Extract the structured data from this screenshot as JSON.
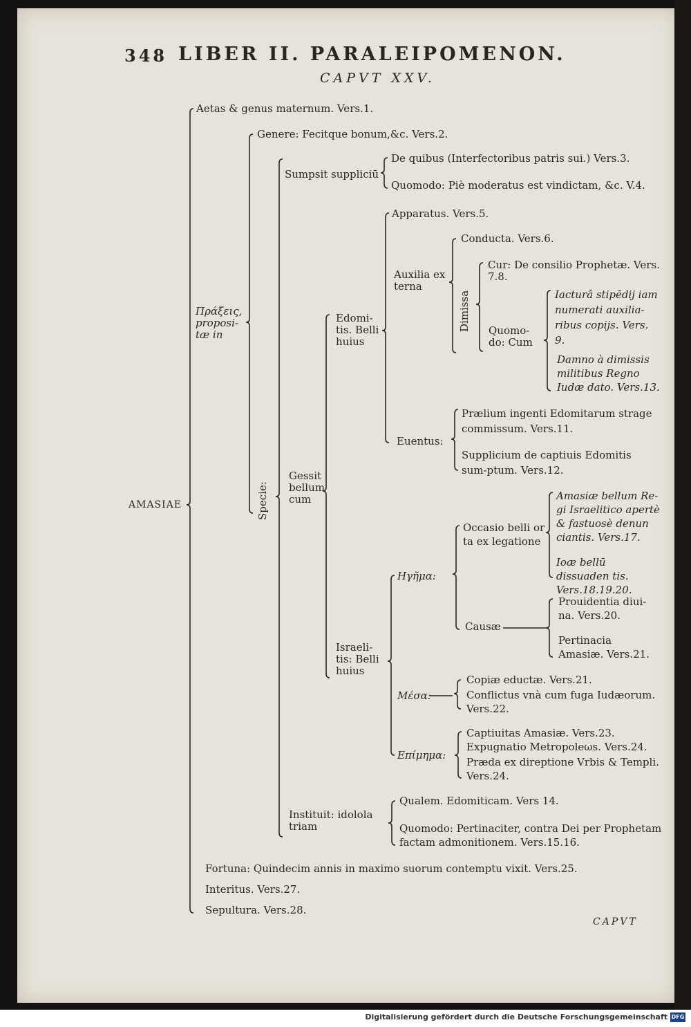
{
  "header": {
    "page_number": "348",
    "running_title": "LIBER II. PARALEIPOMENON.",
    "chapter": "CAPVT XXV."
  },
  "tree": {
    "root": "AMASIAE",
    "n_aetas": "Aetas & genus maternum. Vers.1.",
    "n_praxeis": "Πράξεις, proposi-tæ in",
    "n_genere": "Genere: Fecitque bonum,&c. Vers.2.",
    "n_specie": "Specie:",
    "n_sumpsit": "Sumpsit suppliciū",
    "n_dequibus": "De quibus (Interfectoribus patris sui.) Vers.3.",
    "n_quomodo1": "Quomodo: Piè moderatus est vindictam, &c. V.4.",
    "n_gessit": "Gessit bellum cum",
    "n_edomitis": "Edomi-tis. Belli huius",
    "n_apparatus": "Apparatus. Vers.5.",
    "n_auxilia": "Auxilia ex terna",
    "n_conducta": "Conducta. Vers.6.",
    "n_dimissa": "Dimissa",
    "n_cur": "Cur: De consilio Prophetæ. Vers. 7.8.",
    "n_quomodo2": "Quomo-do: Cum",
    "n_iactura": "Iacturâ stipēdij iam numerati auxilia-ribus copijs. Vers. 9.",
    "n_damno": "Damno à dimissis militibus Regno Iudæ dato. Vers.13.",
    "n_euentus": "Euentus:",
    "n_praelium": "Prælium ingenti Edomitarum strage commissum. Vers.11.",
    "n_supplicium": "Supplicium de captiuis Edomitis sum-ptum. Vers.12.",
    "n_israelitis": "Israeli-tis: Belli huius",
    "n_hegema": "Ηγῆμα:",
    "n_occasio": "Occasio belli or ta ex legatione",
    "n_amasiae_bellum": "Amasiæ bellum Re-gi Israelitico apertè & fastuosè denun ciantis. Vers.17.",
    "n_ioas": "Ioæ bellū dissuaden tis. Vers.18.19.20.",
    "n_causae": "Causæ",
    "n_prouidentia": "Prouidentia diui-na. Vers.20.",
    "n_pertinacia": "Pertinacia Amasiæ. Vers.21.",
    "n_mesa": "Μέσα:",
    "n_copiae": "Copiæ eductæ. Vers.21.",
    "n_conflictus": "Conflictus vnà cum fuga Iudæorum. Vers.22.",
    "n_epimema": "Επίμημα:",
    "n_captiuitas": "Captiuitas Amasiæ. Vers.23.",
    "n_expugnatio": "Expugnatio Metropoleωs. Vers.24.",
    "n_praeda": "Præda ex direptione Vrbis & Templi. Vers.24.",
    "n_instituit": "Instituit: idolola triam",
    "n_qualem": "Qualem. Edomiticam. Vers 14.",
    "n_quomodo3": "Quomodo: Pertinaciter, contra Dei per Prophetam factam admonitionem. Vers.15.16.",
    "n_fortuna": "Fortuna: Quindecim annis in maximo suorum contemptu vixit. Vers.25.",
    "n_interitus": "Interitus. Vers.27.",
    "n_sepultura": "Sepultura. Vers.28."
  },
  "catchword": "CAPVT",
  "footer": {
    "credit": "Digitalisierung gefördert durch die Deutsche Forschungsgemeinschaft",
    "logo": "DFG"
  },
  "colors": {
    "paper": "#e7e3da",
    "ink": "#2a2520",
    "border": "#141210"
  }
}
